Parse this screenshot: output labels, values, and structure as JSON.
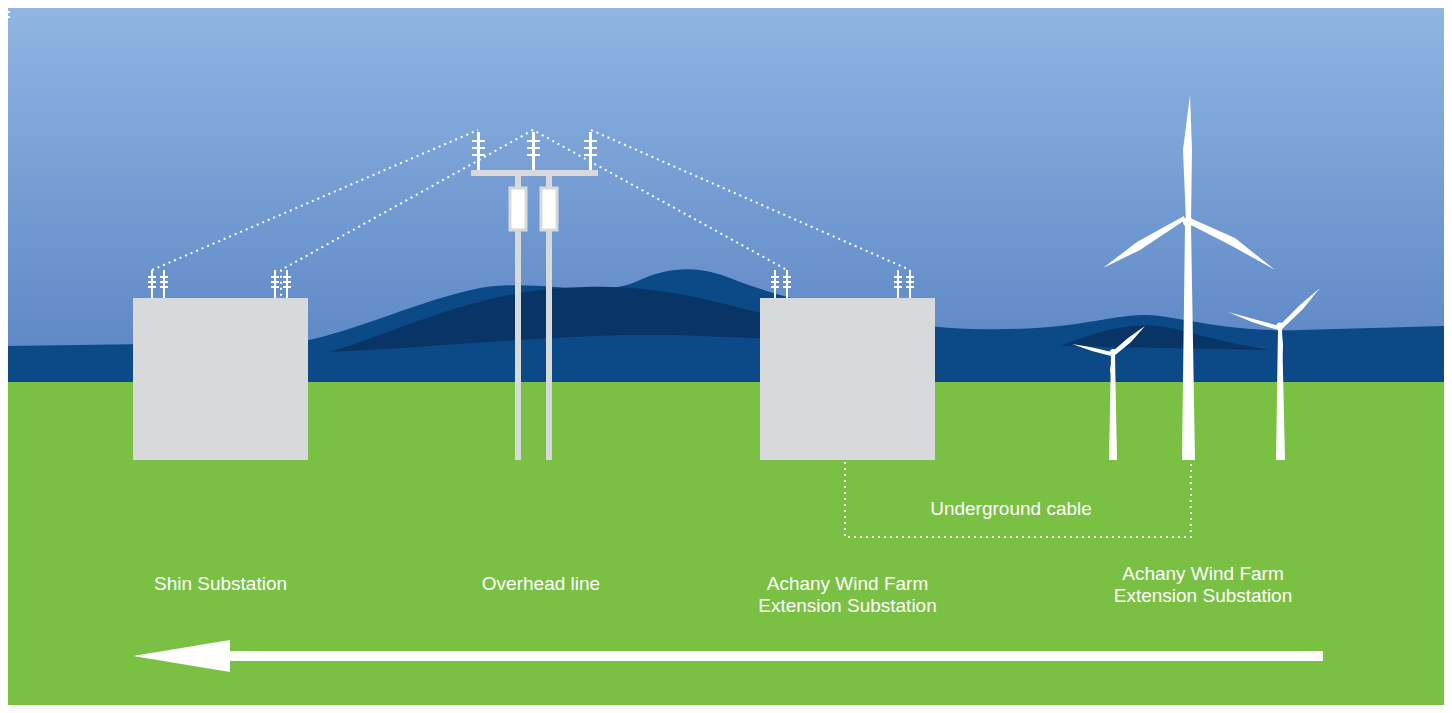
{
  "diagram": {
    "nodes": [
      {
        "text": [
          "Shin Substation"
        ]
      },
      {
        "text": [
          "Achany Wind Farm Extension Substation"
        ]
      }
    ],
    "edges": [
      {
        "from": 1,
        "to": 0,
        "arrow": "none"
      }
    ],
    "labels": [
      "Overhead line",
      "Underground cable",
      "Achany Wind Farm Extension Substation"
    ]
  }
}
